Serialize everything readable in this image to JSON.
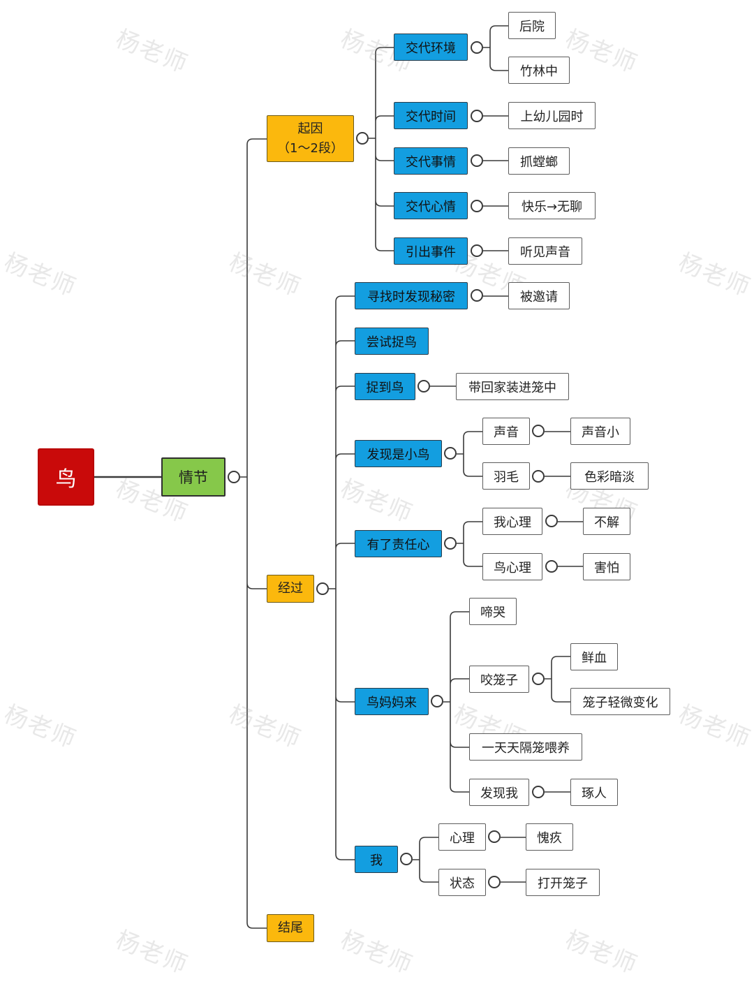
{
  "watermark": "杨老师",
  "colors": {
    "root": "#c90a0a",
    "main": "#86c84a",
    "section": "#fbb80d",
    "topic": "#139ee0",
    "leaf": "#ffffff",
    "line": "#3a3a3a"
  },
  "nodes": {
    "root": "鸟",
    "plot": "情节",
    "cause": "起因\n（1～2段）",
    "process": "经过",
    "ending": "结尾",
    "cause_env": "交代环境",
    "env_1": "后院",
    "env_2": "竹林中",
    "cause_time": "交代时间",
    "time_1": "上幼儿园时",
    "cause_event": "交代事情",
    "event_1": "抓螳螂",
    "cause_mood": "交代心情",
    "mood_1": "快乐→无聊",
    "cause_lead": "引出事件",
    "lead_1": "听见声音",
    "p_secret": "寻找时发现秘密",
    "secret_1": "被邀请",
    "p_try": "尝试捉鸟",
    "p_caught": "捉到鸟",
    "caught_1": "带回家装进笼中",
    "p_small": "发现是小鸟",
    "small_voice": "声音",
    "small_voice_1": "声音小",
    "small_feather": "羽毛",
    "small_feather_1": "色彩暗淡",
    "p_resp": "有了责任心",
    "resp_me": "我心理",
    "resp_me_1": "不解",
    "resp_bird": "鸟心理",
    "resp_bird_1": "害怕",
    "p_mother": "鸟妈妈来",
    "mother_cry": "啼哭",
    "mother_bite": "咬笼子",
    "bite_1": "鲜血",
    "bite_2": "笼子轻微变化",
    "mother_feed": "一天天隔笼喂养",
    "mother_find": "发现我",
    "find_1": "琢人",
    "p_me": "我",
    "me_mind": "心理",
    "mind_1": "愧疚",
    "me_state": "状态",
    "state_1": "打开笼子"
  }
}
